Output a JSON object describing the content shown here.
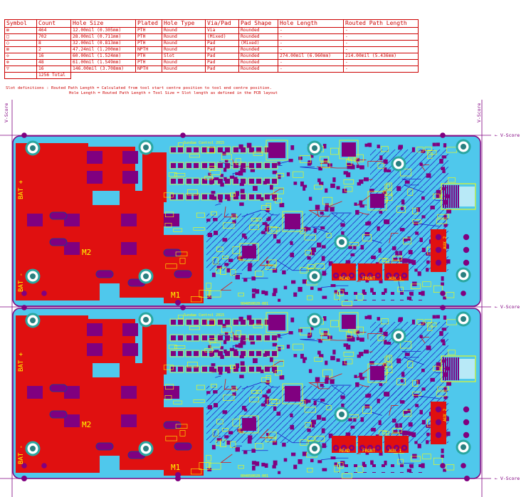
{
  "drill_table": {
    "headers": [
      "Symbol",
      "Count",
      "Hole Size",
      "Plated",
      "Hole Type",
      "Via/Pad",
      "Pad Shape",
      "Hole Length",
      "Routed Path Length"
    ],
    "rows": [
      {
        "symbol": "⊠",
        "count": "464",
        "size": "12.00mil (0.305mm)",
        "plated": "PTH",
        "type": "Round",
        "viapad": "Via",
        "shape": "Rounded",
        "hole_length": "-",
        "routed": "-"
      },
      {
        "symbol": "□",
        "count": "702",
        "size": "28.00mil (0.711mm)",
        "plated": "PTH",
        "type": "Round",
        "viapad": "(Mixed)",
        "shape": "Rounded",
        "hole_length": "-",
        "routed": "-"
      },
      {
        "symbol": "○",
        "count": "8",
        "size": "32.00mil (0.813mm)",
        "plated": "PTH",
        "type": "Round",
        "viapad": "Pad",
        "shape": "(Mixed)",
        "hole_length": "-",
        "routed": "-"
      },
      {
        "symbol": "⊠",
        "count": "2",
        "size": "47.24mil (1.200mm)",
        "plated": "NPTH",
        "type": "Round",
        "viapad": "Pad",
        "shape": "Rounded",
        "hole_length": "-",
        "routed": "-"
      },
      {
        "symbol": "◇",
        "count": "16",
        "size": "60.00mil (1.524mm)",
        "plated": "PTH",
        "type": "Slot",
        "viapad": "Pad",
        "shape": "Rounded",
        "hole_length": "274.00mil (6.960mm)",
        "routed": "214.00mil (5.436mm)"
      },
      {
        "symbol": "⊗",
        "count": "48",
        "size": "61.00mil (1.549mm)",
        "plated": "PTH",
        "type": "Round",
        "viapad": "Pad",
        "shape": "Rounded",
        "hole_length": "-",
        "routed": "-"
      },
      {
        "symbol": "▽",
        "count": "16",
        "size": "146.00mil (3.708mm)",
        "plated": "NPTH",
        "type": "Round",
        "viapad": "Pad",
        "shape": "Rounded",
        "hole_length": "-",
        "routed": "-"
      }
    ],
    "total": "1256 Total"
  },
  "notes": {
    "line1": "Slot definitions : Routed Path Length = Calculated from tool start centre position to tool end centre position.",
    "line2": "Hole Length  = Routed Path Length + Tool Size = Slot length as defined in the PCB layout"
  },
  "vscore": {
    "label": "V-Score",
    "right_label": "← V-Score"
  },
  "board_labels": {
    "bat_plus": "BAT +",
    "bat_minus": "BAT -",
    "m1": "M1",
    "m2": "M2",
    "read": "READ",
    "front": "FRONT",
    "aux1": "AUX 1",
    "aux2": "AUX 2",
    "title_silk": "Sundae Control 2015",
    "part_no": "004050020-001"
  },
  "colors": {
    "board": "#4fc8ec",
    "copper_top": "#e01010",
    "copper_bottom": "#2020c8",
    "pads": "#800080",
    "silkscreen": "#ffff00",
    "outline": "#800080",
    "table": "#cc0000"
  }
}
